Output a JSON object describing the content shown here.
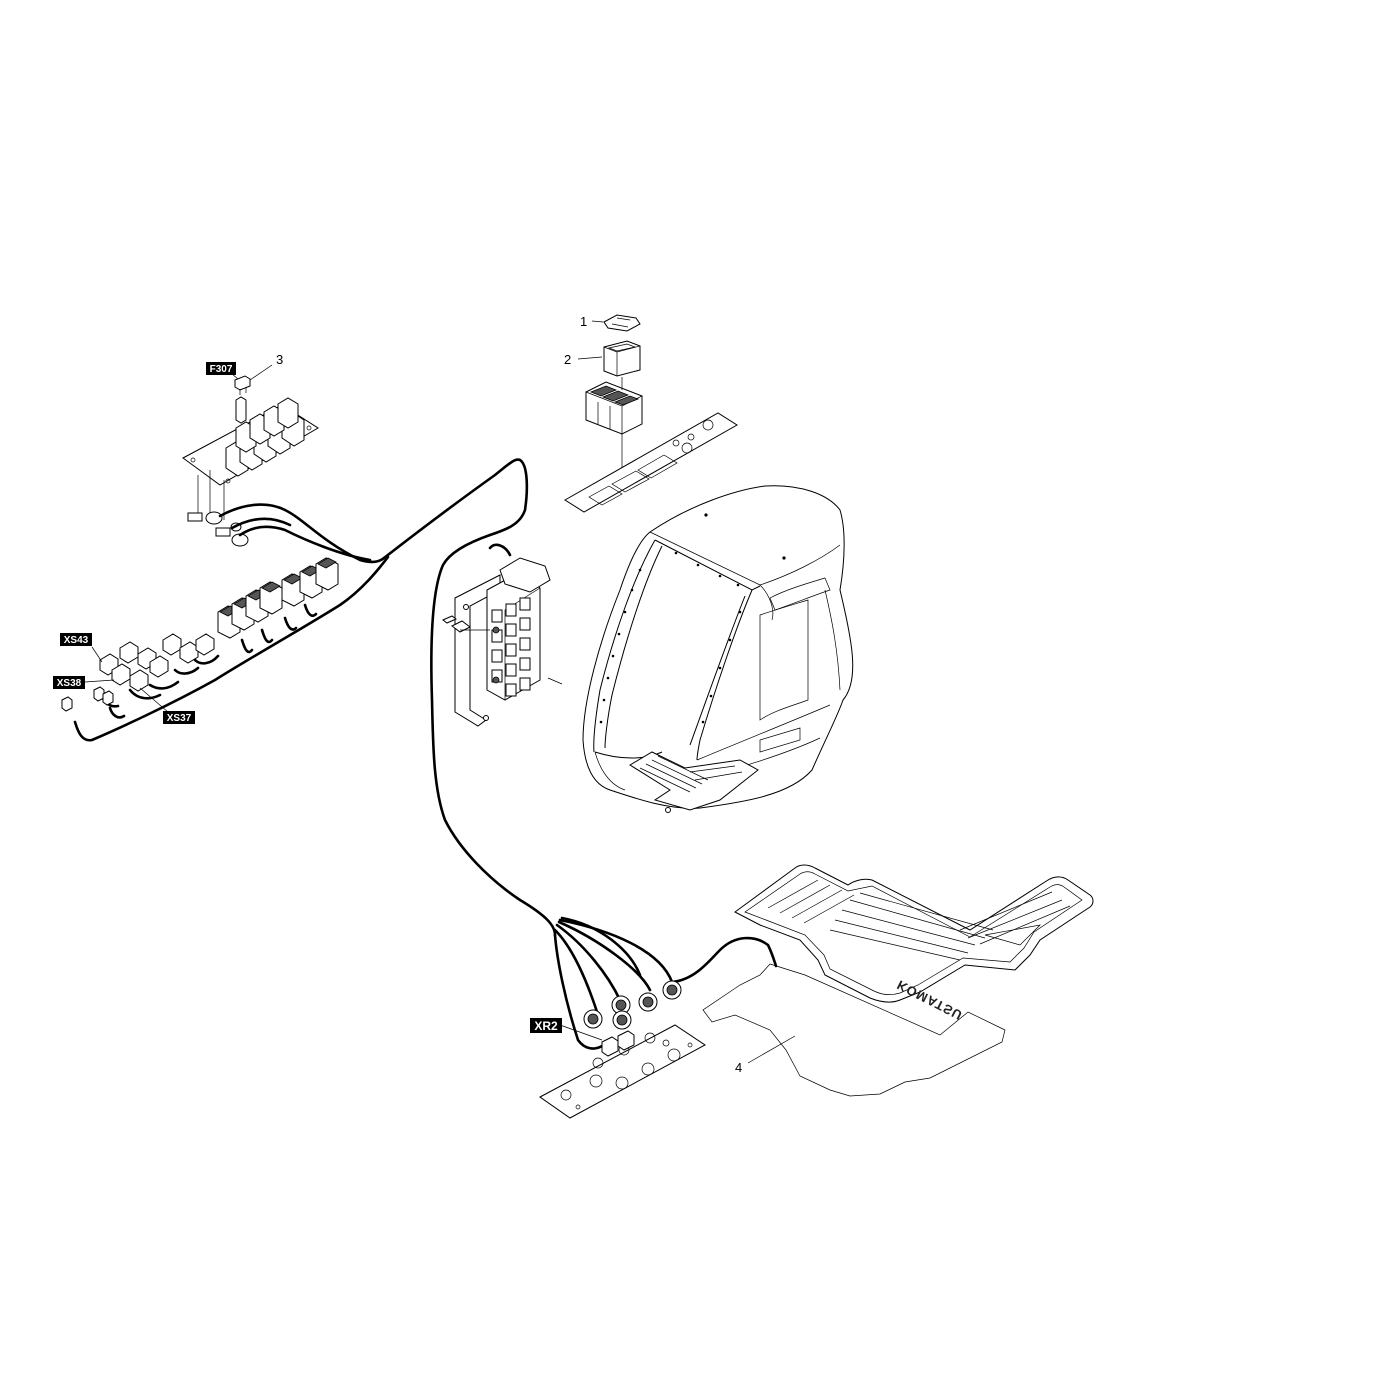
{
  "callouts": {
    "c1": "1",
    "c2": "2",
    "c3": "3",
    "c4": "4"
  },
  "connector_tags": {
    "f307": "F307",
    "xs43": "XS43",
    "xs38": "XS38",
    "xs37": "XS37",
    "xr2": "XR2"
  },
  "mat_logo": "KOMATSU",
  "colors": {
    "line": "#000000",
    "tag_background": "#000000",
    "tag_text": "#ffffff",
    "background": "#ffffff"
  }
}
